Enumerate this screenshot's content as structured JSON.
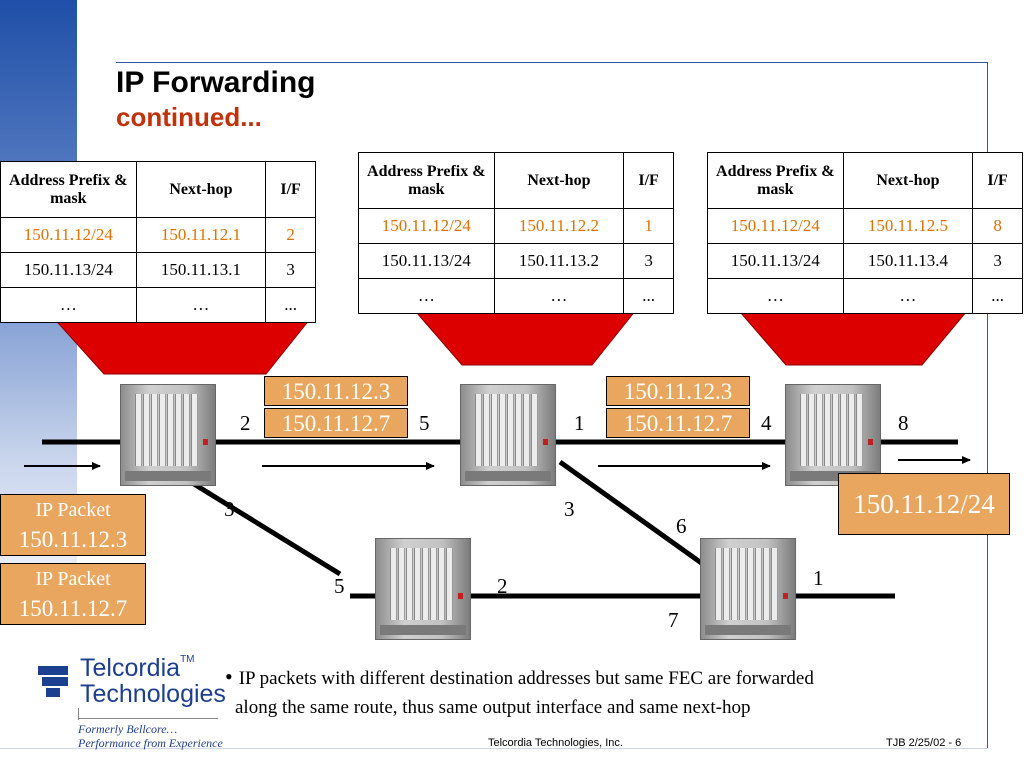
{
  "slide": {
    "title": "IP Forwarding",
    "subtitle": "continued...",
    "bullet": {
      "line1": "IP packets with different destination addresses but same FEC are forwarded",
      "line2": "along the same route, thus same output interface and same next-hop"
    },
    "footer_center": "Telcordia Technologies, Inc.",
    "footer_right": "TJB 2/25/02 - 6"
  },
  "colors": {
    "accent": "#e9a65e",
    "highlight_text": "#e07000",
    "funnel": "#dd0000",
    "title_sub": "#c0320a",
    "brand_blue": "#1d3f8f"
  },
  "tables": [
    {
      "headers": [
        "Address Prefix & mask",
        "Next-hop",
        "I/F"
      ],
      "rows": [
        [
          "150.11.12/24",
          "150.11.12.1",
          "2"
        ],
        [
          "150.11.13/24",
          "150.11.13.1",
          "3"
        ],
        [
          "…",
          "…",
          "..."
        ]
      ]
    },
    {
      "headers": [
        "Address Prefix & mask",
        "Next-hop",
        "I/F"
      ],
      "rows": [
        [
          "150.11.12/24",
          "150.11.12.2",
          "1"
        ],
        [
          "150.11.13/24",
          "150.11.13.2",
          "3"
        ],
        [
          "…",
          "…",
          "..."
        ]
      ]
    },
    {
      "headers": [
        "Address Prefix & mask",
        "Next-hop",
        "I/F"
      ],
      "rows": [
        [
          "150.11.12/24",
          "150.11.12.5",
          "8"
        ],
        [
          "150.11.13/24",
          "150.11.13.4",
          "3"
        ],
        [
          "…",
          "…",
          "..."
        ]
      ]
    }
  ],
  "interfaces": [
    "2",
    "5",
    "1",
    "4",
    "8",
    "3",
    "3",
    "6",
    "5",
    "2",
    "1",
    "7"
  ],
  "address_boxes": [
    "150.11.12.3",
    "150.11.12.7",
    "150.11.12.3",
    "150.11.12.7"
  ],
  "packets": [
    {
      "label": "IP Packet",
      "address": "150.11.12.3"
    },
    {
      "label": "IP Packet",
      "address": "150.11.12.7"
    }
  ],
  "destination_prefix": "150.11.12/24",
  "logo": {
    "name_line1": "Telcordia",
    "tm": "TM",
    "name_line2": "Technologies",
    "tagline1": "Formerly Bellcore…",
    "tagline2": "Performance from Experience"
  },
  "icons": {
    "router": "router-chassis-icon",
    "arrow": "right-arrow-icon",
    "funnel": "lookup-funnel-icon",
    "logo": "telcordia-logo-icon"
  }
}
